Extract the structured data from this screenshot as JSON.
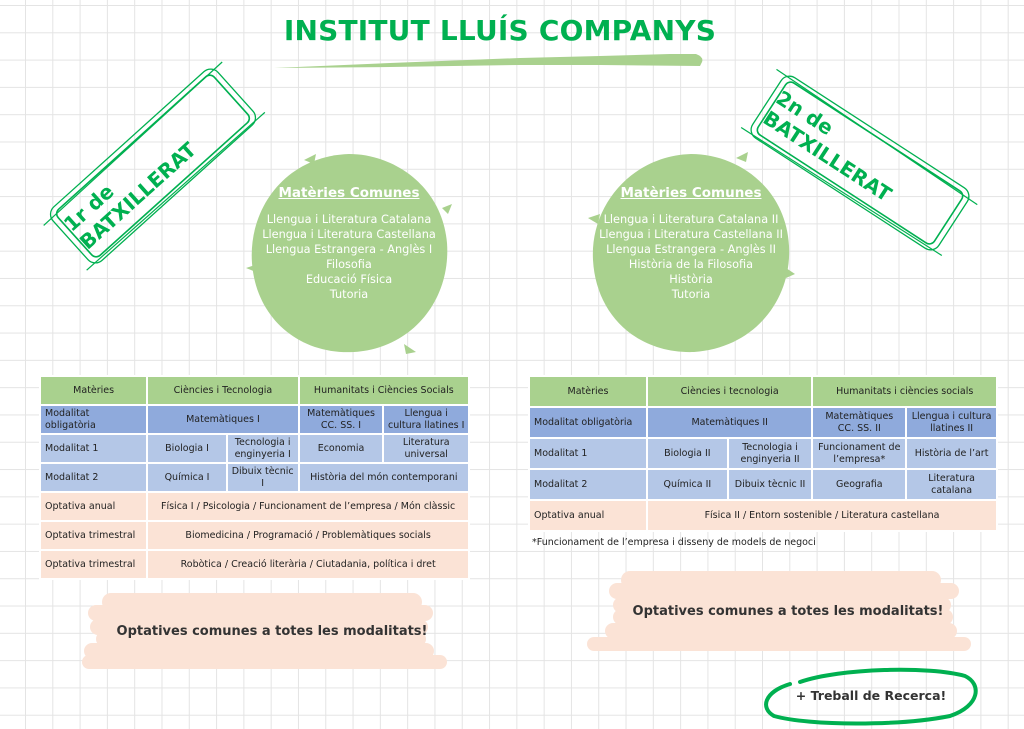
{
  "title": "INSTITUT LLUÍS COMPANYS",
  "colors": {
    "accent_green": "#00b050",
    "circle_green": "#a9d18e",
    "header_green": "#a9d18e",
    "mandatory_blue": "#8faadc",
    "modality_blue": "#b4c7e7",
    "optional_peach": "#fbe3d6"
  },
  "first_year": {
    "badge": "1r de BATXILLERAT",
    "common": {
      "title": "Matèries Comunes",
      "items": [
        "Llengua i Literatura Catalana",
        "Llengua i Literatura Castellana",
        "Llengua Estrangera - Anglès I",
        "Filosofia",
        "Educació Física",
        "Tutoria"
      ]
    },
    "table": {
      "headers": [
        "Matèries",
        "Ciències i Tecnologia",
        "Humanitats i Ciències Socials"
      ],
      "mandatory": {
        "label": "Modalitat obligatòria",
        "science": "Matemàtiques I",
        "hum_a": "Matemàtiques CC. SS. I",
        "hum_b": "Llengua i cultura llatines I"
      },
      "modalitat1": {
        "label": "Modalitat 1",
        "sci_a": "Biologia I",
        "sci_b": "Tecnologia i enginyeria I",
        "hum_a": "Economia",
        "hum_b": "Literatura universal"
      },
      "modalitat2": {
        "label": "Modalitat 2",
        "sci_a": "Química I",
        "sci_b": "Dibuix tècnic I",
        "hum": "Història del món contemporani"
      },
      "optional": [
        {
          "label": "Optativa anual",
          "value": "Física I / Psicologia / Funcionament de l’empresa / Món clàssic"
        },
        {
          "label": "Optativa trimestral",
          "value": "Biomedicina / Programació / Problemàtiques socials"
        },
        {
          "label": "Optativa trimestral",
          "value": "Robòtica / Creació literària / Ciutadania, política i dret"
        }
      ]
    },
    "callout": "Optatives comunes a totes les modalitats!"
  },
  "second_year": {
    "badge": "2n de BATXILLERAT",
    "common": {
      "title": "Matèries Comunes",
      "items": [
        "Llengua i Literatura Catalana II",
        "Llengua i Literatura Castellana II",
        "Llengua Estrangera - Anglès II",
        "Història de la Filosofia",
        "Història",
        "Tutoria"
      ]
    },
    "table": {
      "headers": [
        "Matèries",
        "Ciències i tecnologia",
        "Humanitats i ciències socials"
      ],
      "mandatory": {
        "label": "Modalitat obligatòria",
        "science": "Matemàtiques II",
        "hum_a": "Matemàtiques CC. SS. II",
        "hum_b": "Llengua i cultura llatines II"
      },
      "modalitat1": {
        "label": "Modalitat 1",
        "sci_a": "Biologia II",
        "sci_b": "Tecnologia i enginyeria II",
        "hum_a": "Funcionament de l’empresa*",
        "hum_b": "Història de l’art"
      },
      "modalitat2": {
        "label": "Modalitat 2",
        "sci_a": "Química II",
        "sci_b": "Dibuix tècnic II",
        "hum_a": "Geografia",
        "hum_b": "Literatura catalana"
      },
      "optional": [
        {
          "label": "Optativa anual",
          "value": "Física II / Entorn sostenible / Literatura castellana"
        }
      ]
    },
    "footnote": "*Funcionament de l’empresa i disseny de models de negoci",
    "callout": "Optatives comunes a totes les modalitats!",
    "research": "+ Treball de Recerca!"
  }
}
